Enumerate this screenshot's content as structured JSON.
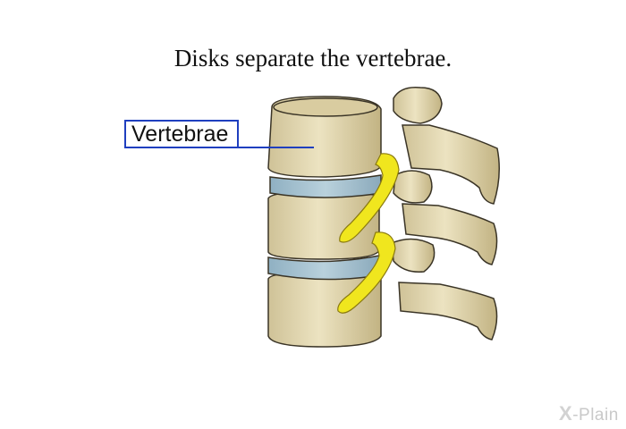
{
  "title": "Disks separate the vertebrae.",
  "label": "Vertebrae",
  "logo": {
    "mark": "X",
    "text": "-Plain"
  },
  "colors": {
    "bone": "#e6dcb6",
    "bone_shade": "#c8ba8c",
    "outline": "#3a3426",
    "disk": "#a9c4d2",
    "nerve": "#f0e61e",
    "label_border": "#1f3fbf"
  }
}
